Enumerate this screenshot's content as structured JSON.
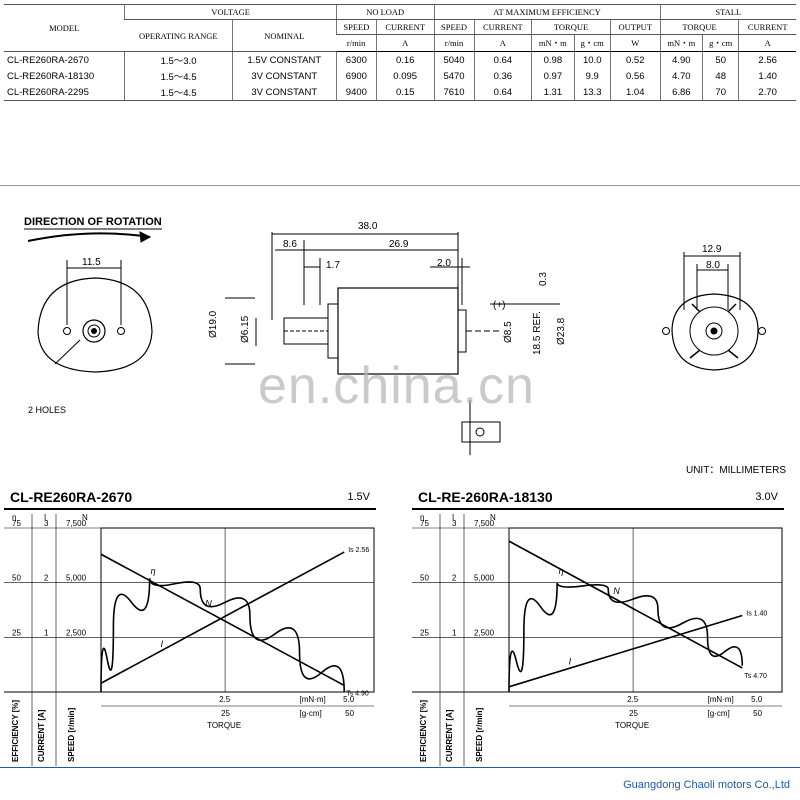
{
  "table": {
    "h_model": "MODEL",
    "h_voltage": "VOLTAGE",
    "h_no_load": "NO LOAD",
    "h_max_eff": "AT MAXIMUM EFFICIENCY",
    "h_stall": "STALL",
    "h_operating_range": "OPERATING RANGE",
    "h_nominal": "NOMINAL",
    "h_speed": "SPEED",
    "h_current": "CURRENT",
    "h_torque": "TORQUE",
    "h_output": "OUTPUT",
    "u_rmin": "r/min",
    "u_a": "A",
    "u_mnm": "mN・m",
    "u_gcm": "g・cm",
    "u_w": "W",
    "rows": [
      {
        "model": "CL-RE260RA-2670",
        "range": "1.5～3.0",
        "nominal": "1.5V CONSTANT",
        "nl_speed": "6300",
        "nl_current": "0.16",
        "me_speed": "5040",
        "me_current": "0.64",
        "me_torque_mnm": "0.98",
        "me_torque_gcm": "10.0",
        "me_output": "0.52",
        "st_torque_mnm": "4.90",
        "st_torque_gcm": "50",
        "st_current": "2.56"
      },
      {
        "model": "CL-RE260RA-18130",
        "range": "1.5～4.5",
        "nominal": "3V CONSTANT",
        "nl_speed": "6900",
        "nl_current": "0.095",
        "me_speed": "5470",
        "me_current": "0.36",
        "me_torque_mnm": "0.97",
        "me_torque_gcm": "9.9",
        "me_output": "0.56",
        "st_torque_mnm": "4.70",
        "st_torque_gcm": "48",
        "st_current": "1.40"
      },
      {
        "model": "CL-RE260RA-2295",
        "range": "1.5～4.5",
        "nominal": "3V CONSTANT",
        "nl_speed": "9400",
        "nl_current": "0.15",
        "me_speed": "7610",
        "me_current": "0.64",
        "me_torque_mnm": "1.31",
        "me_torque_gcm": "13.3",
        "me_output": "1.04",
        "st_torque_mnm": "6.86",
        "st_torque_gcm": "70",
        "st_current": "2.70"
      }
    ]
  },
  "drawing": {
    "direction_label": "DIRECTION OF ROTATION",
    "holes_label": "2 HOLES",
    "dim_11_5": "11.5",
    "dim_38": "38.0",
    "dim_8_6": "8.6",
    "dim_26_9": "26.9",
    "dim_1_7": "1.7",
    "dim_2_0": "2.0",
    "dim_0_3": "0.3",
    "plus": "(+)",
    "dia_19": "Ø19.0",
    "dia_6_15": "Ø6.15",
    "dia_8_5": "Ø8.5",
    "ref_18_5": "18.5 REF.",
    "dia_23_8": "Ø23.8",
    "dim_12_9": "12.9",
    "dim_8_0": "8.0",
    "unit_note": "UNIT：MILLIMETERS"
  },
  "watermark": "en.china.cn",
  "charts": [
    {
      "title": "CL-RE260RA-2670",
      "voltage": "1.5V",
      "ts_label": "Ts 4.90",
      "is_label": "Is 2.56"
    },
    {
      "title": "CL-RE-260RA-18130",
      "voltage": "3.0V",
      "ts_label": "Ts 4.70",
      "is_label": "Is 1.40"
    }
  ],
  "axis": {
    "eta": "η",
    "i": "I",
    "n": "N",
    "eff_ticks": [
      "75",
      "50",
      "25"
    ],
    "cur_ticks": [
      "3",
      "2",
      "1"
    ],
    "speed_ticks": [
      "7,500",
      "5,000",
      "2,500"
    ],
    "torque_mnm_ticks": [
      "2.5",
      "5.0"
    ],
    "torque_gcm_ticks": [
      "25",
      "50"
    ],
    "unit_mnm": "[mN·m]",
    "unit_gcm": "[g·cm]",
    "xlabel": "TORQUE",
    "ylabel_eff": "EFFICIENCY [%]",
    "ylabel_cur": "CURRENT [A]",
    "ylabel_speed": "SPEED [r/min]",
    "curve_eta": "η",
    "curve_n": "N",
    "curve_i": "I"
  },
  "chart_data": [
    {
      "type": "line",
      "title": "CL-RE260RA-2670",
      "x_unit": "mN·m",
      "xlim": [
        0,
        5.5
      ],
      "series": [
        {
          "name": "N",
          "y_axis": "speed",
          "x": [
            0,
            4.9
          ],
          "y": [
            6300,
            300
          ]
        },
        {
          "name": "I",
          "y_axis": "current",
          "x": [
            0,
            4.9
          ],
          "y": [
            0.16,
            2.56
          ]
        },
        {
          "name": "η",
          "y_axis": "efficiency",
          "x": [
            0,
            0.25,
            0.98,
            2.0,
            3.0,
            4.0,
            4.9
          ],
          "y": [
            0,
            30,
            52,
            47,
            35,
            18,
            0
          ]
        }
      ],
      "ylim_speed": [
        0,
        7500
      ],
      "ylim_current": [
        0,
        3
      ],
      "ylim_efficiency": [
        0,
        75
      ]
    },
    {
      "type": "line",
      "title": "CL-RE-260RA-18130",
      "x_unit": "mN·m",
      "xlim": [
        0,
        5.5
      ],
      "series": [
        {
          "name": "N",
          "y_axis": "speed",
          "x": [
            0,
            4.7
          ],
          "y": [
            6900,
            1100
          ]
        },
        {
          "name": "I",
          "y_axis": "current",
          "x": [
            0,
            4.7
          ],
          "y": [
            0.095,
            1.4
          ]
        },
        {
          "name": "η",
          "y_axis": "efficiency",
          "x": [
            0,
            0.3,
            0.97,
            2.0,
            3.0,
            4.0,
            4.7
          ],
          "y": [
            0,
            28,
            50,
            47,
            38,
            25,
            12
          ]
        }
      ],
      "ylim_speed": [
        0,
        7500
      ],
      "ylim_current": [
        0,
        3
      ],
      "ylim_efficiency": [
        0,
        75
      ]
    }
  ],
  "footer": "Guangdong Chaoli motors Co.,Ltd"
}
